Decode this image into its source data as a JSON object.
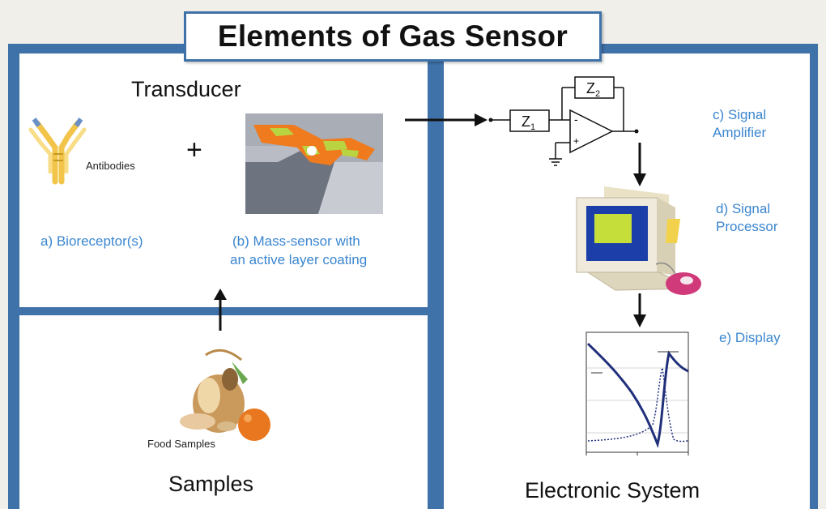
{
  "title": "Elements of Gas Sensor",
  "sections": {
    "transducer": "Transducer",
    "samples": "Samples",
    "electronic": "Electronic System"
  },
  "transducer": {
    "antibodies_caption": "Antibodies",
    "plus": "+",
    "bioreceptor_label": "a) Bioreceptor(s)",
    "mass_sensor_line1": "(b) Mass-sensor with",
    "mass_sensor_line2": "an active layer coating"
  },
  "samples": {
    "food_caption": "Food Samples"
  },
  "electronic": {
    "z1": "Z",
    "z1_sub": "1",
    "z2": "Z",
    "z2_sub": "2",
    "amplifier_line1": "c) Signal",
    "amplifier_line2": "Amplifier",
    "processor_line1": "d) Signal",
    "processor_line2": "Processor",
    "display_label": "e) Display"
  },
  "colors": {
    "frame": "#3f72a8",
    "label_blue": "#3a86d0",
    "sensor_orange": "#f07a1e",
    "sensor_green": "#b9d440"
  }
}
